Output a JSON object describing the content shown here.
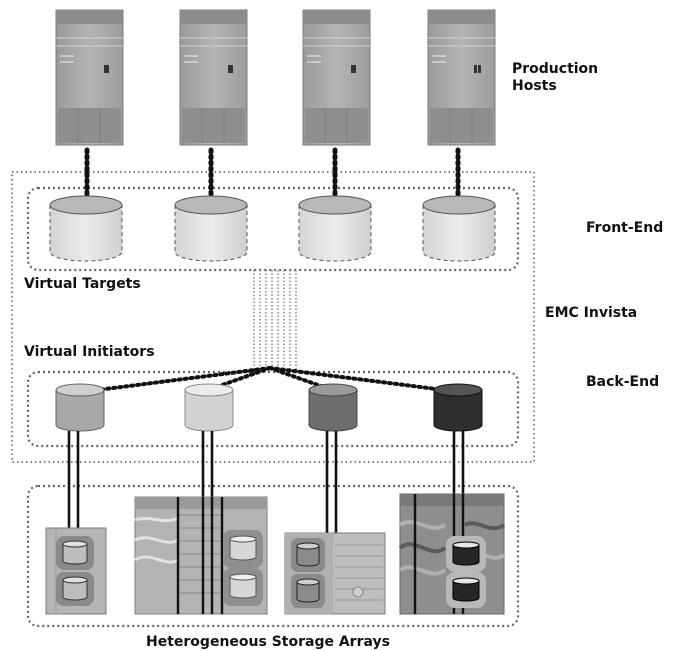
{
  "labels": {
    "production_hosts_line1": "Production",
    "production_hosts_line2": "Hosts",
    "front_end": "Front-End",
    "emc_invista": "EMC Invista",
    "back_end": "Back-End",
    "virtual_targets": "Virtual Targets",
    "virtual_initiators": "Virtual Initiators",
    "storage_arrays": "Heterogeneous Storage Arrays"
  },
  "colors": {
    "server_body": "#a9a9a9",
    "server_top": "#8a8a8a",
    "target_cylinder": "#dcdcdc",
    "target_cylinder_top": "#b8b8b8",
    "initiators": [
      "#a8a8a8",
      "#d0d0d0",
      "#6e6e6e",
      "#2e2e2e"
    ],
    "line": "#111111"
  }
}
